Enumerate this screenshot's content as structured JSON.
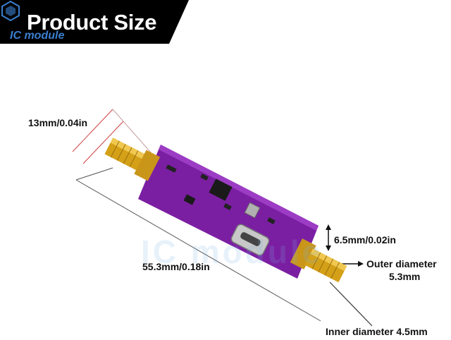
{
  "banner": {
    "title": "Product Size",
    "color": "#000000"
  },
  "logo": {
    "text": "IC module",
    "icon": "ic-module-logo-icon",
    "color": "#3a7fd0"
  },
  "watermark": {
    "text": "IC module"
  },
  "board": {
    "color": "#7b1fa2",
    "connector_color": "#d4a017"
  },
  "dimensions": {
    "width_label": "13mm/0.04in",
    "length_label": "55.3mm/0.18in",
    "thickness_label": "6.5mm/0.02in",
    "outer_diameter_line1": "Outer diameter",
    "outer_diameter_line2": "5.3mm",
    "inner_diameter_label": "Inner diameter 4.5mm"
  }
}
